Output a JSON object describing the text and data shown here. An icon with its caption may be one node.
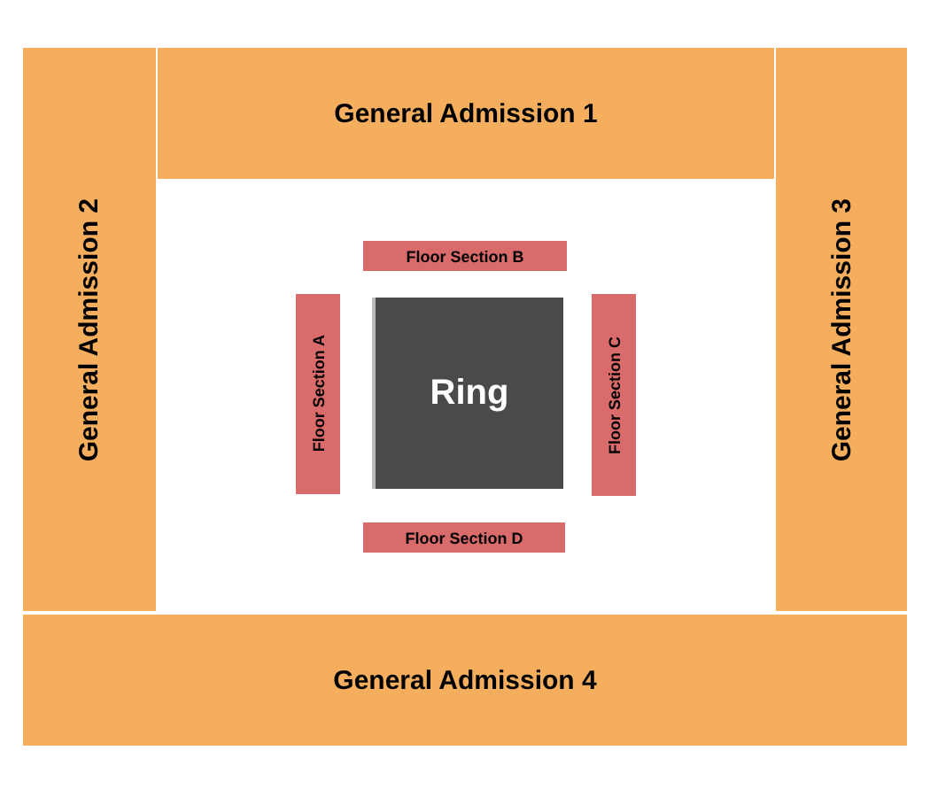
{
  "diagram": {
    "nodes": [
      {
        "text": [
          "General Admission 1"
        ]
      },
      {
        "text": [
          "General Admission 2"
        ]
      },
      {
        "text": [
          "General Admission 3"
        ]
      },
      {
        "text": [
          "General Admission 4"
        ]
      },
      {
        "text": [
          "Floor Section B"
        ]
      },
      {
        "text": [
          "Floor Section A"
        ]
      },
      {
        "text": [
          "Ring"
        ]
      },
      {
        "text": [
          "Floor Section C"
        ]
      },
      {
        "text": [
          "Floor Section D"
        ]
      }
    ]
  }
}
